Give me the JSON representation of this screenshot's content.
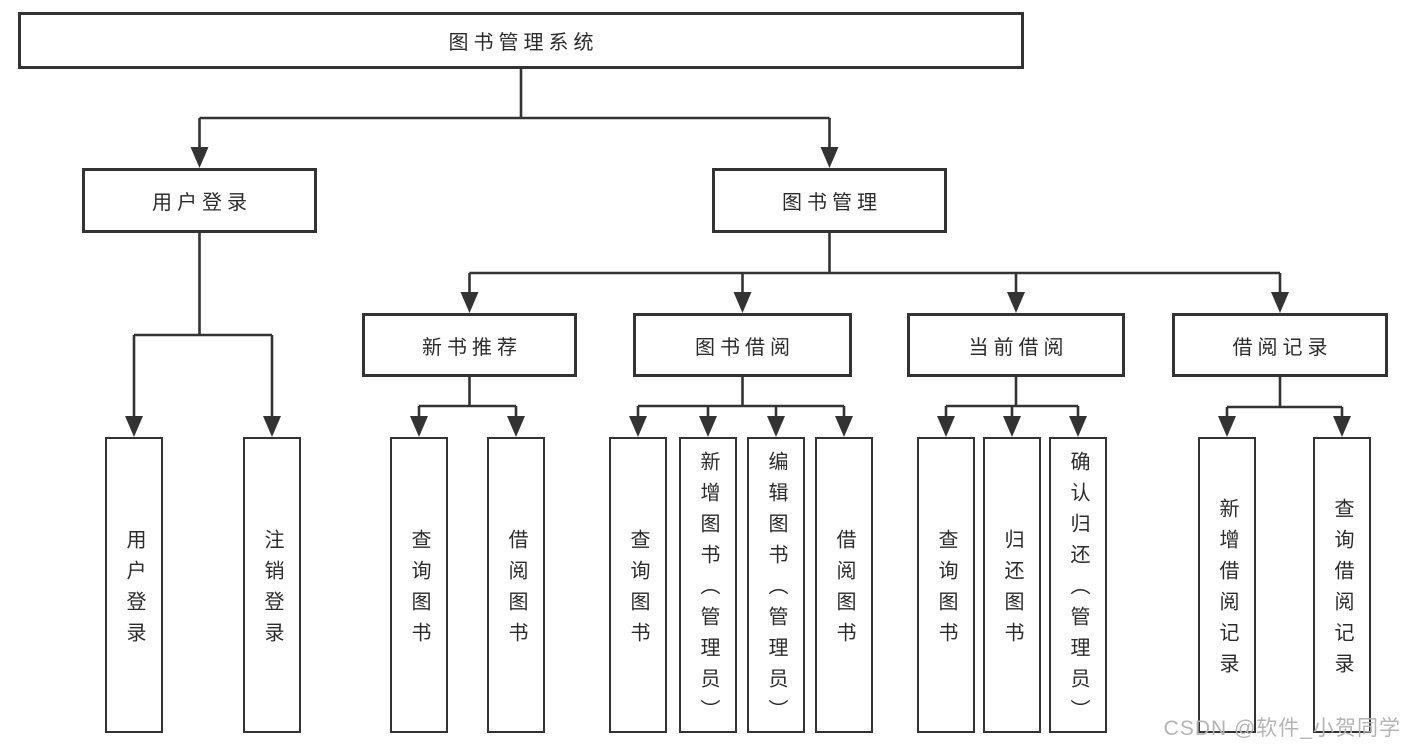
{
  "tree": {
    "label": "图书管理系统",
    "children": [
      {
        "label": "用户登录",
        "children": [
          {
            "label": "用户登录"
          },
          {
            "label": "注销登录"
          }
        ]
      },
      {
        "label": "图书管理",
        "children": [
          {
            "label": "新书推荐",
            "children": [
              {
                "label": "查询图书"
              },
              {
                "label": "借阅图书"
              }
            ]
          },
          {
            "label": "图书借阅",
            "children": [
              {
                "label": "查询图书"
              },
              {
                "label": "新增图书（管理员）"
              },
              {
                "label": "编辑图书（管理员）"
              },
              {
                "label": "借阅图书"
              }
            ]
          },
          {
            "label": "当前借阅",
            "children": [
              {
                "label": "查询图书"
              },
              {
                "label": "归还图书"
              },
              {
                "label": "确认归还（管理员）"
              }
            ]
          },
          {
            "label": "借阅记录",
            "children": [
              {
                "label": "新增借阅记录"
              },
              {
                "label": "查询借阅记录"
              }
            ]
          }
        ]
      }
    ]
  },
  "watermark": "CSDN @软件_小贺同学",
  "colors": {
    "line": "#333333",
    "text": "#2b2b2b",
    "box_fill": "#ffffff",
    "background": "#ffffff",
    "watermark": "#b4b4b4"
  }
}
